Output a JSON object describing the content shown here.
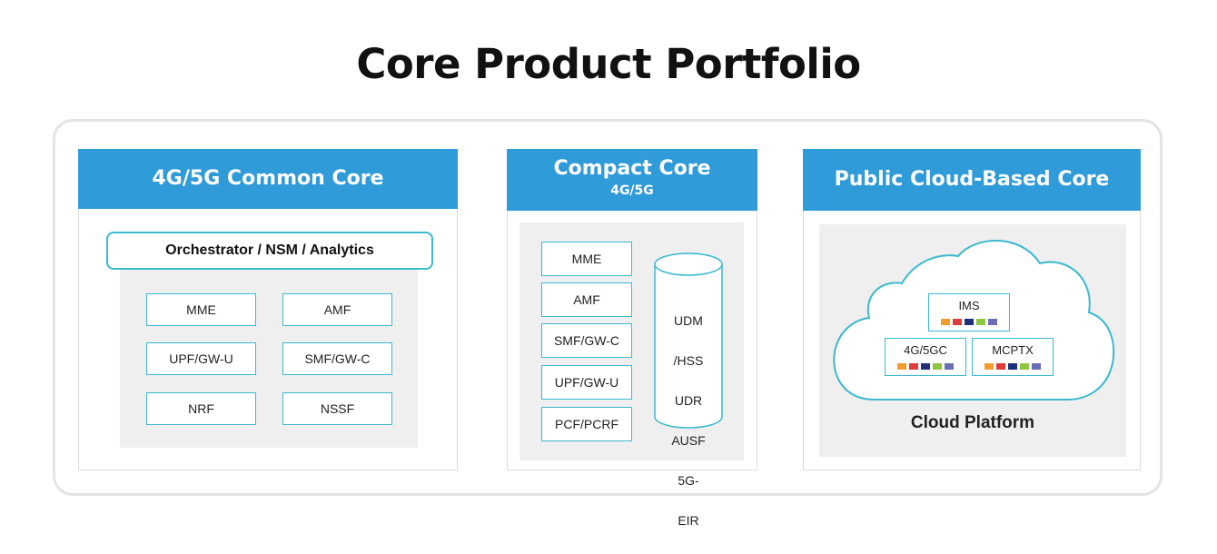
{
  "title": "Core Product Portfolio",
  "panels": [
    {
      "header": "4G/5G Common Core",
      "orchestrator": "Orchestrator / NSM /  Analytics",
      "modules": [
        "MME",
        "AMF",
        "UPF/GW-U",
        "SMF/GW-C",
        "NRF",
        "NSSF"
      ]
    },
    {
      "header": "Compact Core",
      "subheader": "4G/5G",
      "modules": [
        "MME",
        "AMF",
        "SMF/GW-C",
        "UPF/GW-U",
        "PCF/PCRF"
      ],
      "database": [
        "UDM",
        "/HSS",
        "UDR",
        "AUSF",
        "5G-",
        "EIR"
      ]
    },
    {
      "header": "Public Cloud-Based Core",
      "apps": [
        "IMS",
        "4G/5GC",
        "MCPTX"
      ],
      "platform": "Cloud Platform"
    }
  ],
  "colors": {
    "header_blue": "#2f9bd8",
    "accent_teal": "#3ab9cf",
    "panel_gray": "#efefef",
    "square_palette": [
      "#f39c2d",
      "#e03b3b",
      "#1f2f7a",
      "#8dc63f",
      "#6a6fb5"
    ]
  }
}
